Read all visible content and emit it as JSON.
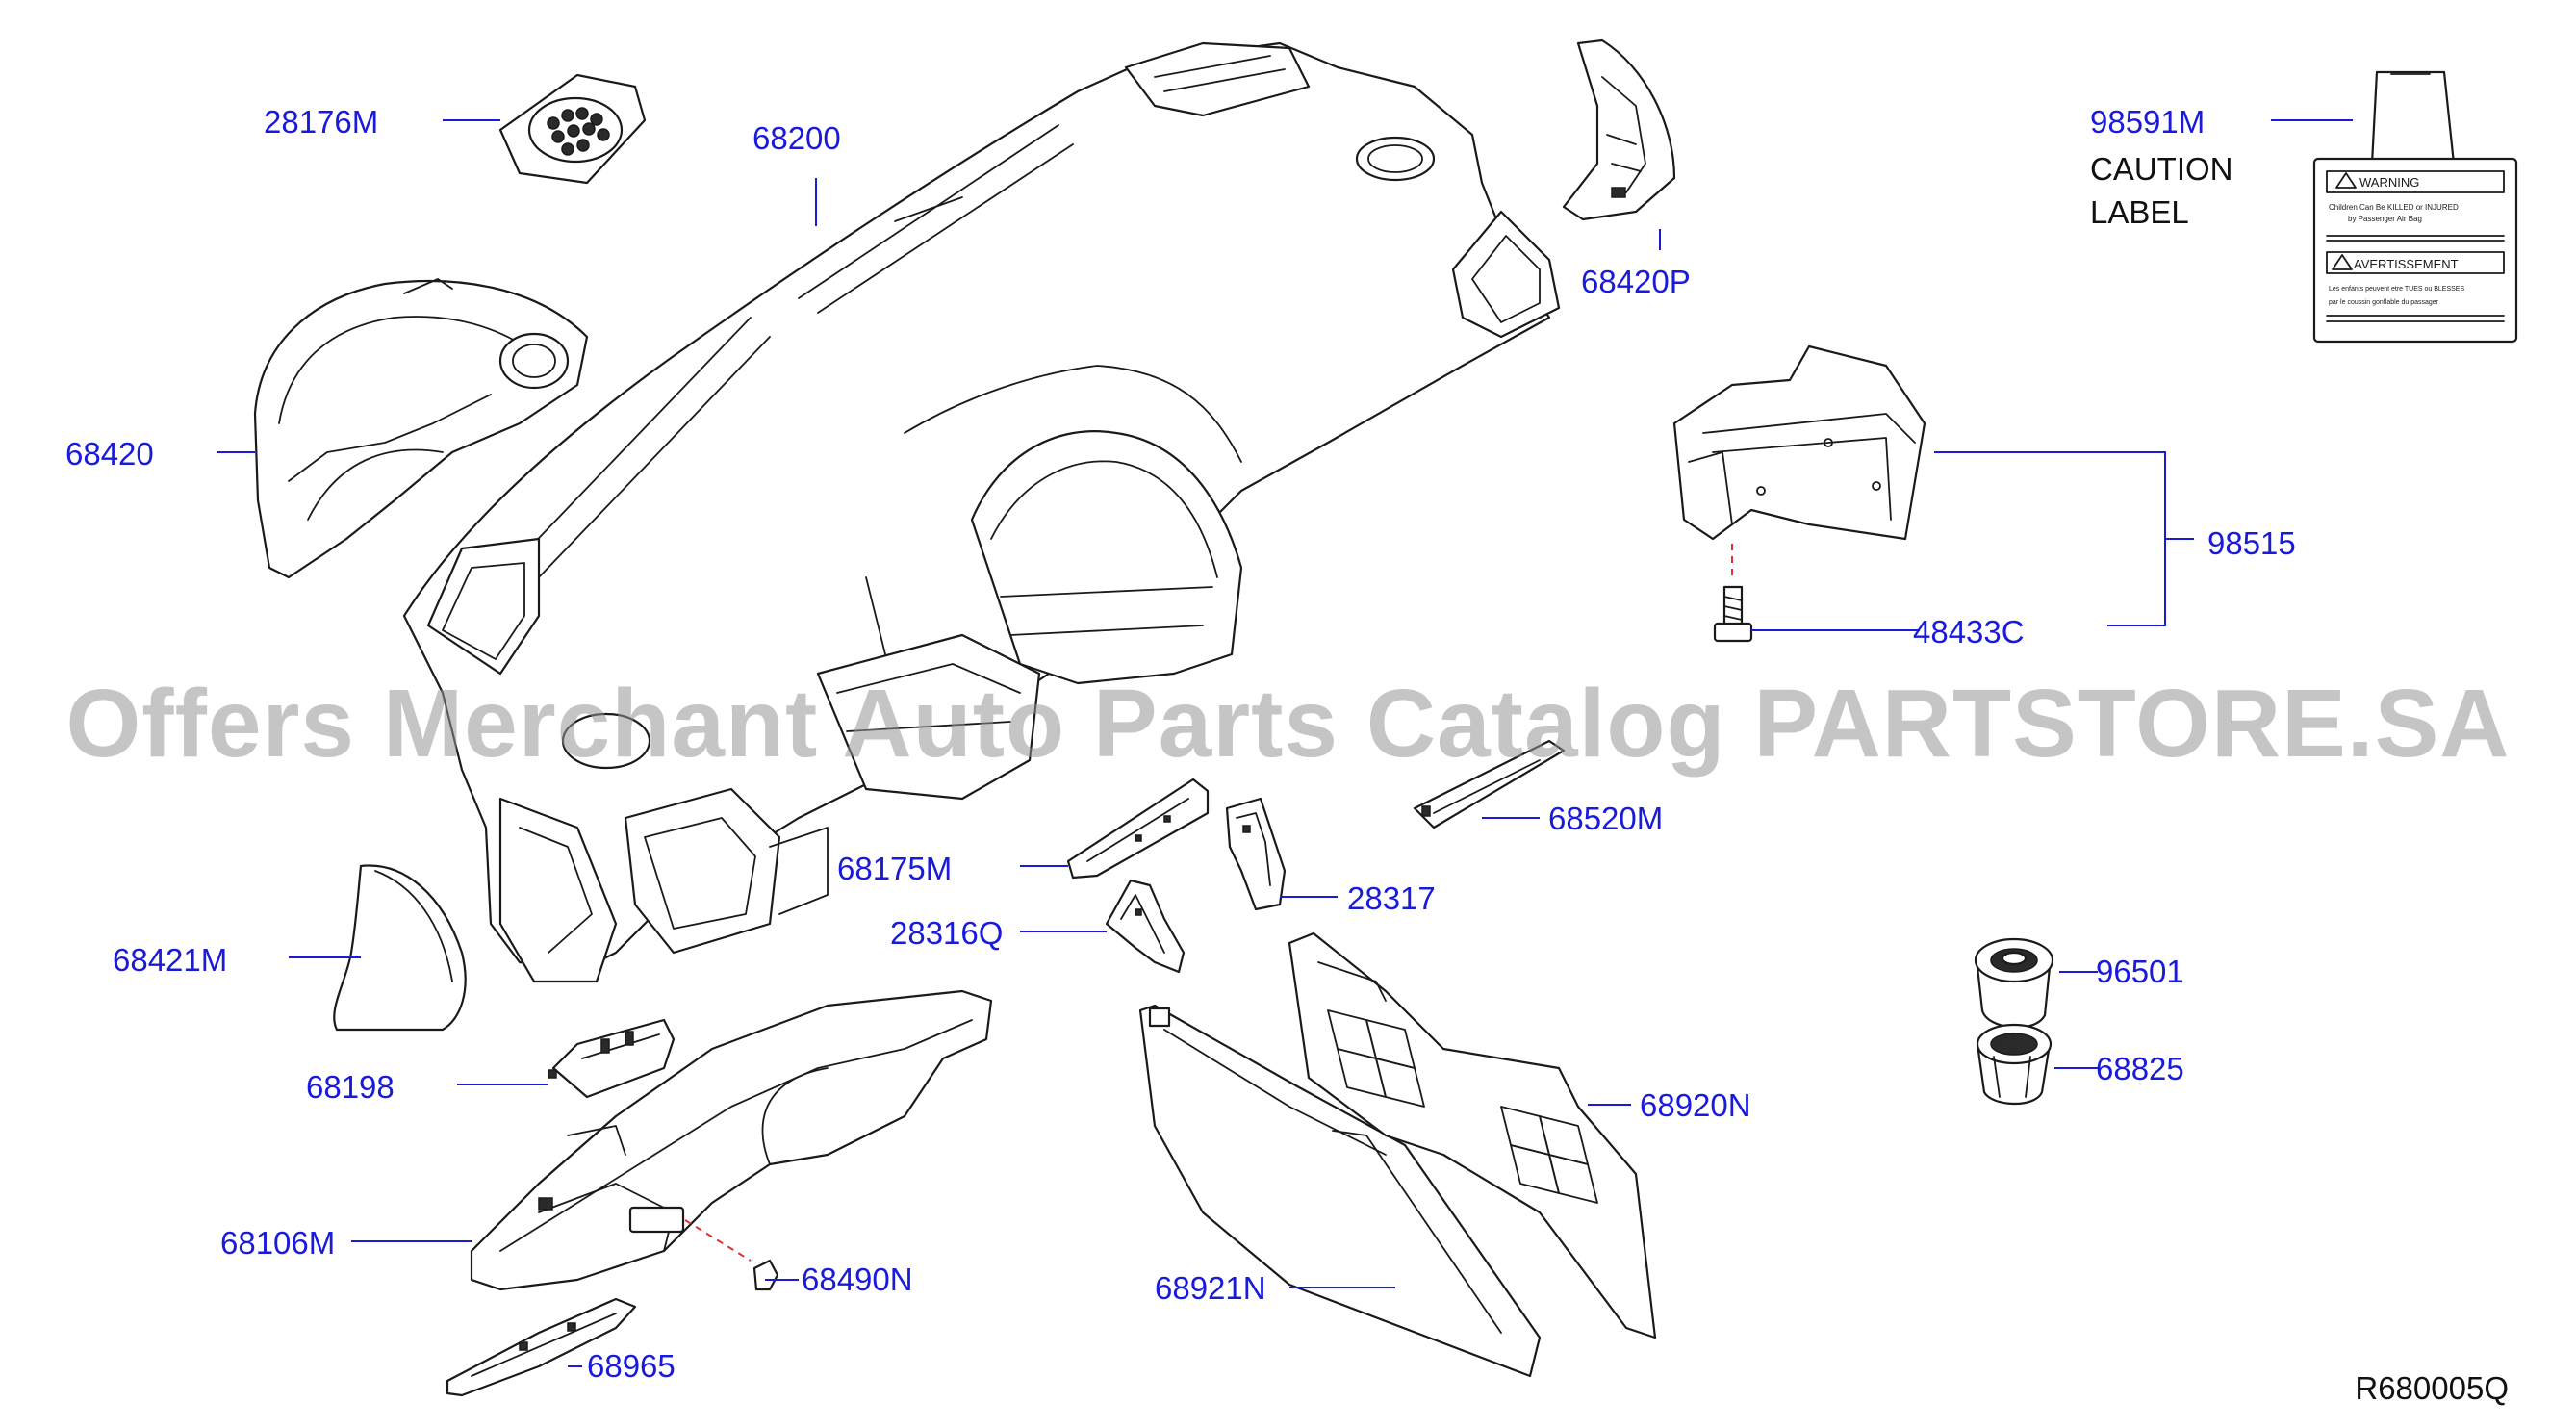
{
  "diagram": {
    "watermark": "Offers Merchant Auto Parts Catalog PARTSTORE.SA",
    "reference_code": "R680005Q"
  },
  "parts": [
    {
      "id": "p28176M",
      "number": "28176M"
    },
    {
      "id": "p68200",
      "number": "68200"
    },
    {
      "id": "p68420P",
      "number": "68420P"
    },
    {
      "id": "p98591M",
      "number": "98591M"
    },
    {
      "id": "p68420",
      "number": "68420"
    },
    {
      "id": "p98515",
      "number": "98515"
    },
    {
      "id": "p48433C",
      "number": "48433C"
    },
    {
      "id": "p68520M",
      "number": "68520M"
    },
    {
      "id": "p68175M",
      "number": "68175M"
    },
    {
      "id": "p28317",
      "number": "28317"
    },
    {
      "id": "p28316Q",
      "number": "28316Q"
    },
    {
      "id": "p68421M",
      "number": "68421M"
    },
    {
      "id": "p96501",
      "number": "96501"
    },
    {
      "id": "p68825",
      "number": "68825"
    },
    {
      "id": "p68198",
      "number": "68198"
    },
    {
      "id": "p68920N",
      "number": "68920N"
    },
    {
      "id": "p68106M",
      "number": "68106M"
    },
    {
      "id": "p68490N",
      "number": "68490N"
    },
    {
      "id": "p68921N",
      "number": "68921N"
    },
    {
      "id": "p68965",
      "number": "68965"
    }
  ],
  "caution_label": {
    "line1": "CAUTION",
    "line2": "LABEL",
    "warning_title": "WARNING",
    "warning_text_1": "Children  Can  Be  KILLED  or  INJURED",
    "warning_text_2": "by  Passenger  Air  Bag",
    "avertissement_title": "AVERTISSEMENT",
    "avertissement_text_1": "Les  enfants  peuvent  etre  TUES  ou  BLESSES",
    "avertissement_text_2": "par  le  coussin  gonflable  du  passager"
  }
}
